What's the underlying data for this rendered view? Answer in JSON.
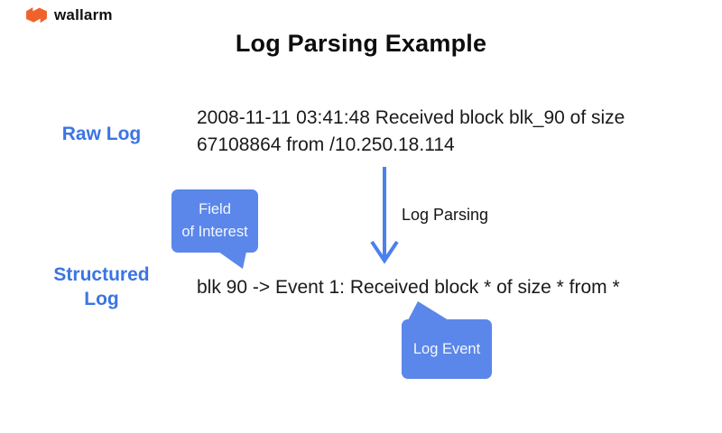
{
  "logo": {
    "brand": "wallarm",
    "icon": "wallarm-flag-icon"
  },
  "title": "Log Parsing Example",
  "colors": {
    "label_blue": "#3b74e4",
    "bubble_blue": "#5b87ea",
    "arrow_blue": "#4a80f0",
    "logo_orange": "#f0622b",
    "text_black": "#1a1a1a",
    "background": "#ffffff"
  },
  "raw_log": {
    "label": "Raw Log",
    "lines": [
      "2008-11-11 03:41:48 Received block blk_90 of size",
      "67108864 from /10.250.18.114"
    ]
  },
  "parsing": {
    "arrow_icon": "down-arrow",
    "arrow_label": "Log Parsing"
  },
  "structured_log": {
    "label_lines": [
      "Structured",
      "Log"
    ],
    "text": "blk 90 -> Event 1: Received block * of size * from *"
  },
  "callouts": {
    "field_of_interest": {
      "lines": [
        "Field",
        "of Interest"
      ]
    },
    "log_event": {
      "text": "Log Event"
    }
  }
}
